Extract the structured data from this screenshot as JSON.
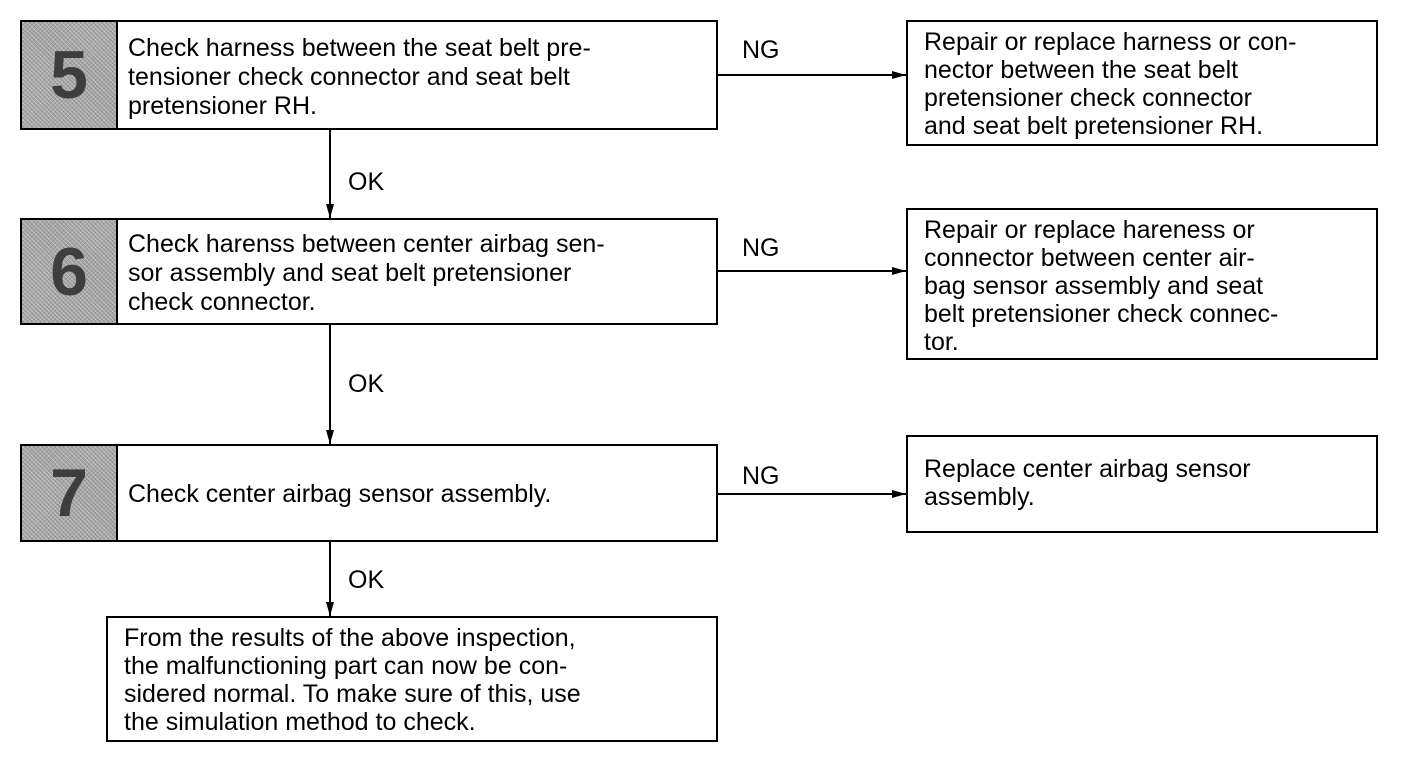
{
  "steps": [
    {
      "number": "5",
      "text": "Check harness between the seat belt pre-\ntensioner check connector and seat belt\npretensioner RH."
    },
    {
      "number": "6",
      "text": "Check harenss between center airbag sen-\nsor assembly and seat belt pretensioner\ncheck connector."
    },
    {
      "number": "7",
      "text": "Check center airbag sensor assembly."
    }
  ],
  "ng_results": [
    "Repair or replace harness or con-\nnector between the seat belt\npretensioner check connector\nand seat belt pretensioner RH.",
    "Repair or replace hareness or\nconnector between center air-\nbag sensor assembly and seat\nbelt pretensioner check connec-\ntor.",
    "Replace center airbag sensor\nassembly."
  ],
  "final": "From the results of the above inspection,\nthe malfunctioning part can now be con-\nsidered normal. To make sure of this, use\nthe simulation method to check.",
  "labels": {
    "ng": "NG",
    "ok": "OK"
  }
}
